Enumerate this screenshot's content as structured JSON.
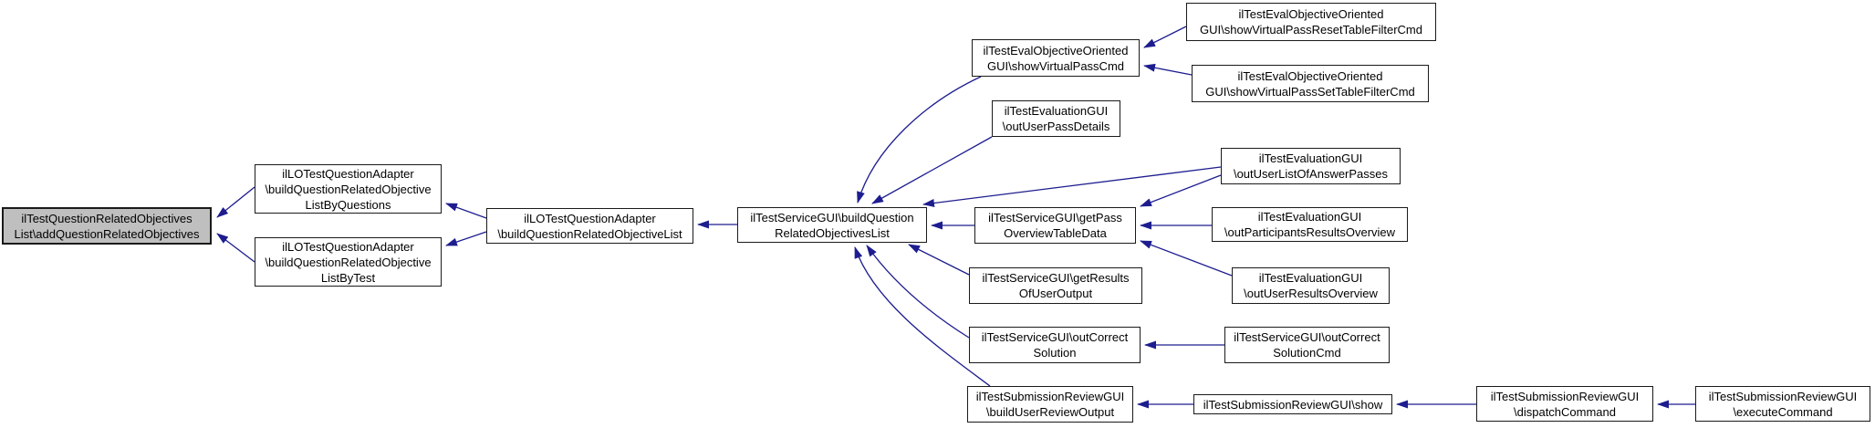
{
  "diagram": {
    "type": "caller-graph",
    "colors": {
      "edge": "#1d1d8f",
      "node_border": "#1a1a1a",
      "node_fill": "#ffffff",
      "node_highlight_fill": "#bfbfbf",
      "text": "#000000"
    },
    "nodes": {
      "n1": {
        "label": "ilTestQuestionRelatedObjectives\nList\\addQuestionRelatedObjectives",
        "highlighted": true
      },
      "n2": {
        "label": "ilLOTestQuestionAdapter\n\\buildQuestionRelatedObjective\nListByQuestions"
      },
      "n3": {
        "label": "ilLOTestQuestionAdapter\n\\buildQuestionRelatedObjective\nListByTest"
      },
      "n4": {
        "label": "ilLOTestQuestionAdapter\n\\buildQuestionRelatedObjectiveList"
      },
      "n5": {
        "label": "ilTestServiceGUI\\buildQuestion\nRelatedObjectivesList"
      },
      "n6": {
        "label": "ilTestEvalObjectiveOriented\nGUI\\showVirtualPassCmd"
      },
      "n7": {
        "label": "ilTestEvalObjectiveOriented\nGUI\\showVirtualPassResetTableFilterCmd"
      },
      "n8": {
        "label": "ilTestEvalObjectiveOriented\nGUI\\showVirtualPassSetTableFilterCmd"
      },
      "n9": {
        "label": "ilTestEvaluationGUI\n\\outUserPassDetails"
      },
      "n10": {
        "label": "ilTestEvaluationGUI\n\\outUserListOfAnswerPasses"
      },
      "n11": {
        "label": "ilTestServiceGUI\\getPass\nOverviewTableData"
      },
      "n12": {
        "label": "ilTestEvaluationGUI\n\\outParticipantsResultsOverview"
      },
      "n13": {
        "label": "ilTestServiceGUI\\getResults\nOfUserOutput"
      },
      "n14": {
        "label": "ilTestEvaluationGUI\n\\outUserResultsOverview"
      },
      "n15": {
        "label": "ilTestServiceGUI\\outCorrect\nSolution"
      },
      "n16": {
        "label": "ilTestServiceGUI\\outCorrect\nSolutionCmd"
      },
      "n17": {
        "label": "ilTestSubmissionReviewGUI\n\\buildUserReviewOutput"
      },
      "n18": {
        "label": "ilTestSubmissionReviewGUI\\show"
      },
      "n19": {
        "label": "ilTestSubmissionReviewGUI\n\\dispatchCommand"
      },
      "n20": {
        "label": "ilTestSubmissionReviewGUI\n\\executeCommand"
      }
    },
    "edges": [
      {
        "caller": "n2",
        "callee": "n1"
      },
      {
        "caller": "n3",
        "callee": "n1"
      },
      {
        "caller": "n4",
        "callee": "n2"
      },
      {
        "caller": "n4",
        "callee": "n3"
      },
      {
        "caller": "n5",
        "callee": "n4"
      },
      {
        "caller": "n6",
        "callee": "n5"
      },
      {
        "caller": "n9",
        "callee": "n5"
      },
      {
        "caller": "n10",
        "callee": "n5"
      },
      {
        "caller": "n11",
        "callee": "n5"
      },
      {
        "caller": "n13",
        "callee": "n5"
      },
      {
        "caller": "n15",
        "callee": "n5"
      },
      {
        "caller": "n17",
        "callee": "n5"
      },
      {
        "caller": "n7",
        "callee": "n6"
      },
      {
        "caller": "n8",
        "callee": "n6"
      },
      {
        "caller": "n10",
        "callee": "n11"
      },
      {
        "caller": "n12",
        "callee": "n11"
      },
      {
        "caller": "n14",
        "callee": "n11"
      },
      {
        "caller": "n16",
        "callee": "n15"
      },
      {
        "caller": "n18",
        "callee": "n17"
      },
      {
        "caller": "n19",
        "callee": "n18"
      },
      {
        "caller": "n20",
        "callee": "n19"
      }
    ]
  }
}
